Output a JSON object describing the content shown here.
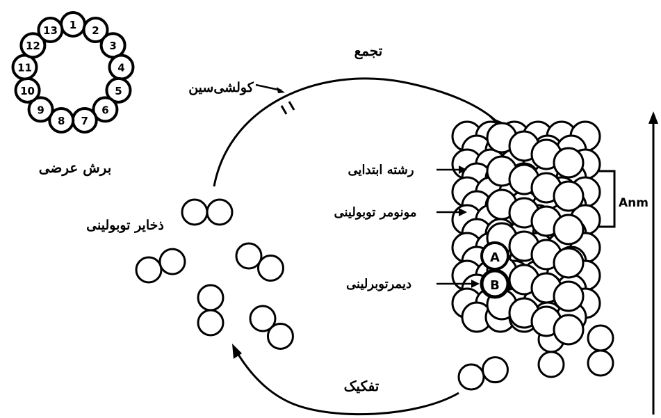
{
  "cross_section": {
    "numbers": [
      "1",
      "2",
      "3",
      "4",
      "5",
      "6",
      "7",
      "8",
      "9",
      "10",
      "11",
      "12",
      "13"
    ],
    "caption": "برش عرضی"
  },
  "labels": {
    "assembly": "تجمع",
    "colchicine": "کولشی‌سین",
    "tubulin_pool": "ذخایر توبولینی",
    "disassembly": "تفکیک",
    "protofilament": "رشته ابتدایی",
    "monomer": "مونومر توبولینی",
    "dimer": "دیمرتوبرلینی",
    "subunit_a": "A",
    "subunit_b": "B",
    "spacing": "Anm"
  }
}
